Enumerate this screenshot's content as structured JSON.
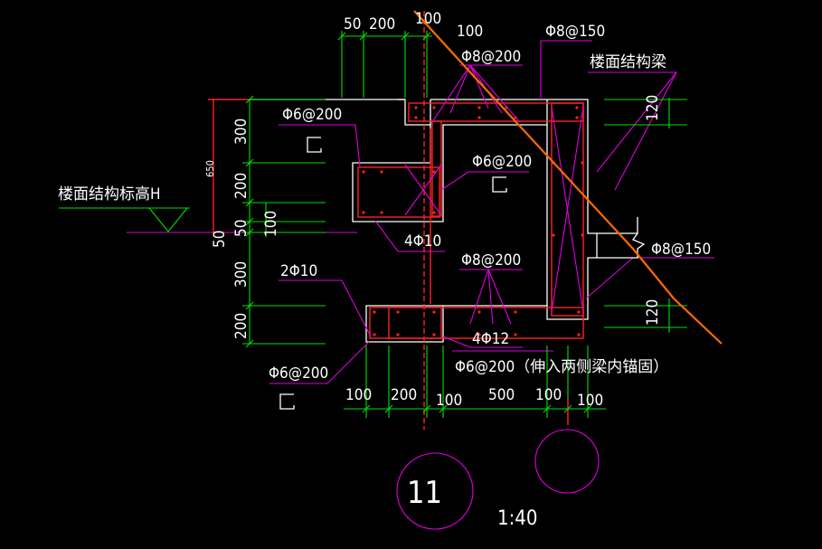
{
  "dimensions_top": [
    "50",
    "200",
    "100",
    "100"
  ],
  "dimensions_left": [
    "300",
    "200",
    "50",
    "100",
    "50",
    "300",
    "200"
  ],
  "dimension_650": "650",
  "dimensions_bottom": [
    "100",
    "200",
    "100",
    "500",
    "100",
    "100"
  ],
  "dimensions_right": [
    "120",
    "120"
  ],
  "labels": {
    "top_right_rebar": "Φ8@150",
    "top_rebar": "Φ8@200",
    "floor_beam": "楼面结构梁",
    "upper_stirrup": "Φ6@200",
    "middle_stirrup": "Φ6@200",
    "floor_elevation": "楼面结构标高H",
    "middle_bars": "4Φ10",
    "lower_rebar": "Φ8@200",
    "right_rebar": "Φ8@150",
    "left_bars": "2Φ10",
    "bottom_bars": "4Φ12",
    "lower_stirrup": "Φ6@200",
    "anchor_note": "Φ6@200（伸入两侧梁内锚固）"
  },
  "detail_number": "11",
  "scale": "1:40",
  "colors": {
    "background": "#000000",
    "concrete_outline": "#ffffff",
    "dimension": "#00e000",
    "rebar": "#ff2020",
    "leader": "#e000e0",
    "cut_line": "#ff6a00"
  }
}
